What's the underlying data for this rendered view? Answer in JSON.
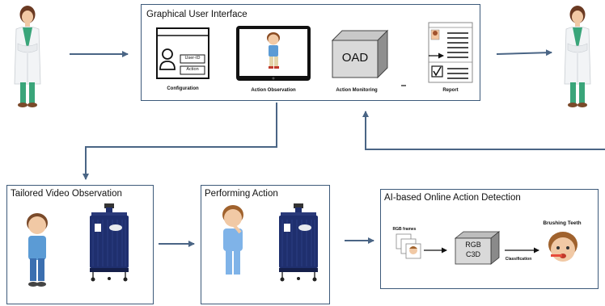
{
  "gui": {
    "title": "Graphical User Interface",
    "modules": [
      {
        "label": "Configuration",
        "fields": [
          "User-ID",
          "Action"
        ]
      },
      {
        "label": "Action Observation"
      },
      {
        "label": "Action Monitoring",
        "box_text": "OAD"
      },
      {
        "label": "Report"
      }
    ]
  },
  "stages": [
    {
      "title": "Tailored Video Observation"
    },
    {
      "title": "Performing Action"
    },
    {
      "title": "AI-based Online Action Detection",
      "rgb_frames_label": "RGB frames",
      "model_line1": "RGB",
      "model_line2": "C3D",
      "classification_label": "Classification",
      "result_label": "Brushing Teeth"
    }
  ],
  "colors": {
    "box_border": "#3d5a7a",
    "arrow": "#4a6585",
    "robot_body": "#1f2f6e",
    "coat": "#f2f4f6",
    "scrubs": "#3aa57a",
    "hair": "#7a4a2a",
    "shirt_blue": "#5b9bd5"
  },
  "icons": [
    "clinician-icon",
    "user-profile-icon",
    "tablet-icon",
    "boy-icon",
    "oad-cube-icon",
    "report-document-icon",
    "robot-kiosk-icon",
    "video-frames-icon",
    "c3d-cube-icon",
    "brushing-boy-icon"
  ]
}
